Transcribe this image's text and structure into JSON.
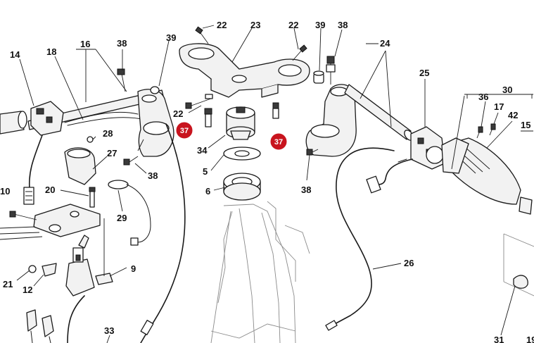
{
  "callouts": {
    "c14": "14",
    "c18": "18",
    "c16": "16",
    "c38a": "38",
    "c39a": "39",
    "c22a": "22",
    "c23": "23",
    "c22b": "22",
    "c39b": "39",
    "c38b": "38",
    "c24": "24",
    "c25": "25",
    "c30": "30",
    "c36": "36",
    "c17": "17",
    "c42": "42",
    "c15": "15",
    "c28": "28",
    "c27": "27",
    "c38c": "38",
    "c22c": "22",
    "c34": "34",
    "c5": "5",
    "c6": "6",
    "c38d": "38",
    "c10": "10",
    "c20": "20",
    "c29": "29",
    "c9": "9",
    "c21": "21",
    "c12": "12",
    "c26": "26",
    "c33": "33",
    "c31": "31",
    "c19": "19"
  },
  "badges": {
    "b37a": "37",
    "b37b": "37"
  },
  "colors": {
    "badge": "#c8141e",
    "ink": "#1a1a1a",
    "ghost": "#8a8a8a"
  }
}
